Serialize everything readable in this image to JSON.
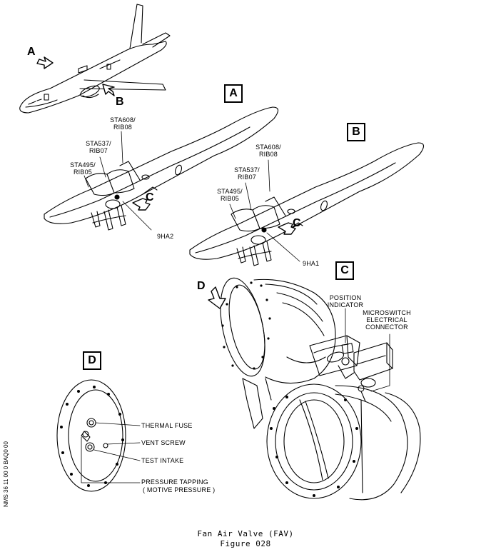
{
  "views": {
    "A": "A",
    "B": "B",
    "C": "C",
    "D": "D"
  },
  "arrow_labels": {
    "aircraft_A": "A",
    "aircraft_B": "B",
    "wing_A_C": "C",
    "wing_B_C": "C",
    "valve_D": "D"
  },
  "wing_A": {
    "sta608": "STA608/",
    "rib08": "RIB08",
    "sta537": "STA537/",
    "rib07": "RIB07",
    "sta495": "STA495/",
    "rib05": "RIB05",
    "component": "9HA2"
  },
  "wing_B": {
    "sta608": "STA608/",
    "rib08": "RIB08",
    "sta537": "STA537/",
    "rib07": "RIB07",
    "sta495": "STA495/",
    "rib05": "RIB05",
    "component": "9HA1"
  },
  "valve_callouts": {
    "position_indicator": [
      "POSITION",
      "INDICATOR"
    ],
    "microswitch": [
      "MICROSWITCH",
      "ELECTRICAL",
      "CONNECTOR"
    ]
  },
  "view_D_callouts": {
    "thermal_fuse": "THERMAL FUSE",
    "vent_screw": "VENT SCREW",
    "test_intake": "TEST INTAKE",
    "pressure_tapping": "PRESSURE TAPPING",
    "motive_pressure": "( MOTIVE PRESSURE )"
  },
  "doc_ref": "NMS 36 11 00 0 BAQ0 00",
  "caption": {
    "title": "Fan Air Valve (FAV)",
    "figure": "Figure 028"
  },
  "icons": [
    "view-arrow-icon"
  ]
}
